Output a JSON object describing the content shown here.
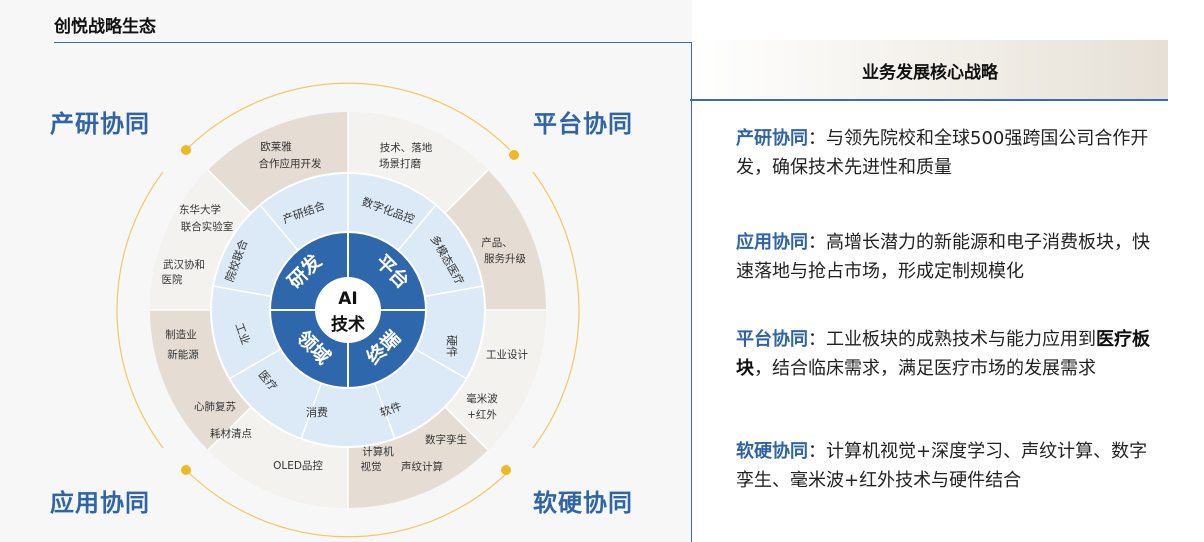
{
  "page_title": "创悦战略生态",
  "corners": {
    "top_left": "产研协同",
    "top_right": "平台协同",
    "bottom_left": "应用协同",
    "bottom_right": "软硬协同"
  },
  "center": {
    "line1": "AI",
    "line2": "技术"
  },
  "core_quadrants": [
    "研发",
    "平台",
    "领域",
    "终端"
  ],
  "middle_ring": [
    "产研结合",
    "数字化品控",
    "多模态医疗",
    "硬件",
    "软件",
    "消费",
    "医疗",
    "工业",
    "院校联合"
  ],
  "outer_ring": {
    "ouyaya": [
      "欧莱雅",
      "合作应用开发"
    ],
    "tech_landing": [
      "技术、落地",
      "场景打磨"
    ],
    "donghua": [
      "东华大学",
      "联合实验室"
    ],
    "wuhan": [
      "武汉协和",
      "医院"
    ],
    "product_upgrade": [
      "产品、",
      "服务升级"
    ],
    "manufacturing": "制造业",
    "new_energy": "新能源",
    "industrial_design": "工业设计",
    "cardio": "心肺复苏",
    "consumables": "耗材清点",
    "mmwave": [
      "毫米波",
      "+红外"
    ],
    "digital_twin": "数字孪生",
    "oled": "OLED品控",
    "cv": [
      "计算机",
      "视觉"
    ],
    "voiceprint": "声纹计算"
  },
  "right_panel": {
    "header": "业务发展核心战略",
    "items": [
      {
        "label": "产研协同",
        "sep": "：",
        "text": "与领先院校和全球500强跨国公司合作开发，确保技术先进性和质量"
      },
      {
        "label": "应用协同",
        "sep": "：",
        "text": "高增长潜力的新能源和电子消费板块，快速落地与抢占市场，形成定制规模化"
      },
      {
        "label": "平台协同",
        "sep": "：",
        "text_a": "工业板块的成熟技术与能力应用到",
        "bold": "医疗板块",
        "text_b": "，结合临床需求，满足医疗市场的发展需求"
      },
      {
        "label": "软硬协同",
        "sep": "：",
        "text": "计算机视觉+深度学习、声纹计算、数字孪生、毫米波+红外技术与硬件结合"
      }
    ]
  },
  "colors": {
    "accent_blue": "#2f64a9",
    "core_blue": "#2f67ad",
    "middle_ring": "#dce9f6",
    "outer_ring": "#e5ddd3",
    "orbit_dot": "#f2b824"
  }
}
